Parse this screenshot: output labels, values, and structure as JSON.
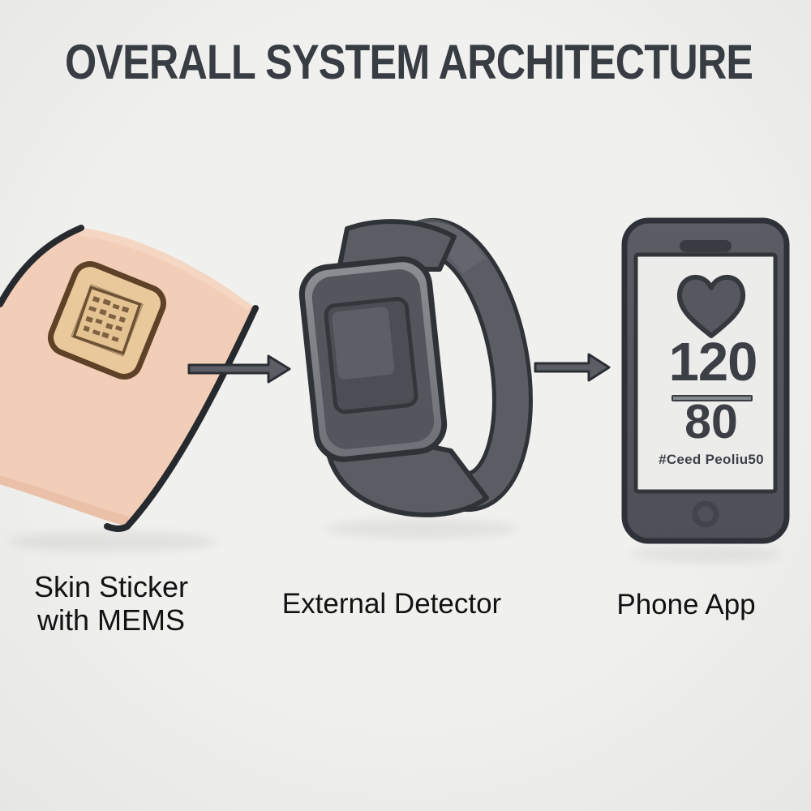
{
  "title": "OVERALL SYSTEM ARCHITECTURE",
  "components": {
    "skin_sticker": {
      "id": "skin-sticker",
      "label_line1": "Skin Sticker",
      "label_line2": "with MEMS",
      "illustration": "adhesive skin patch with square MEMS chip sticker"
    },
    "external_detector": {
      "id": "external-detector",
      "label": "External Detector",
      "illustration": "smartwatch with looped band and blank screen"
    },
    "phone_app": {
      "id": "phone-app",
      "label": "Phone App",
      "illustration": "smartphone showing heart icon and blood-pressure reading"
    }
  },
  "connections": [
    {
      "from": "skin-sticker",
      "to": "external-detector",
      "type": "arrow-right"
    },
    {
      "from": "external-detector",
      "to": "phone-app",
      "type": "arrow-right"
    }
  ],
  "phone_screen": {
    "heart_icon": "heart-icon",
    "systolic": "120",
    "diastolic": "80",
    "caption": "#Ceed Peoliu50"
  },
  "colors": {
    "background": "#efefed",
    "ink": "#383d44",
    "device_gray": "#55585e",
    "device_outline": "#2e3238",
    "band_gray": "#5a5e64",
    "skin": "#f2cdb7",
    "skin_shadow": "#e9bda7",
    "sticker_tan": "#e9c89c",
    "sticker_border": "#5e4127",
    "chip_ink": "#6d5134",
    "screen_light": "#ecedeb"
  }
}
